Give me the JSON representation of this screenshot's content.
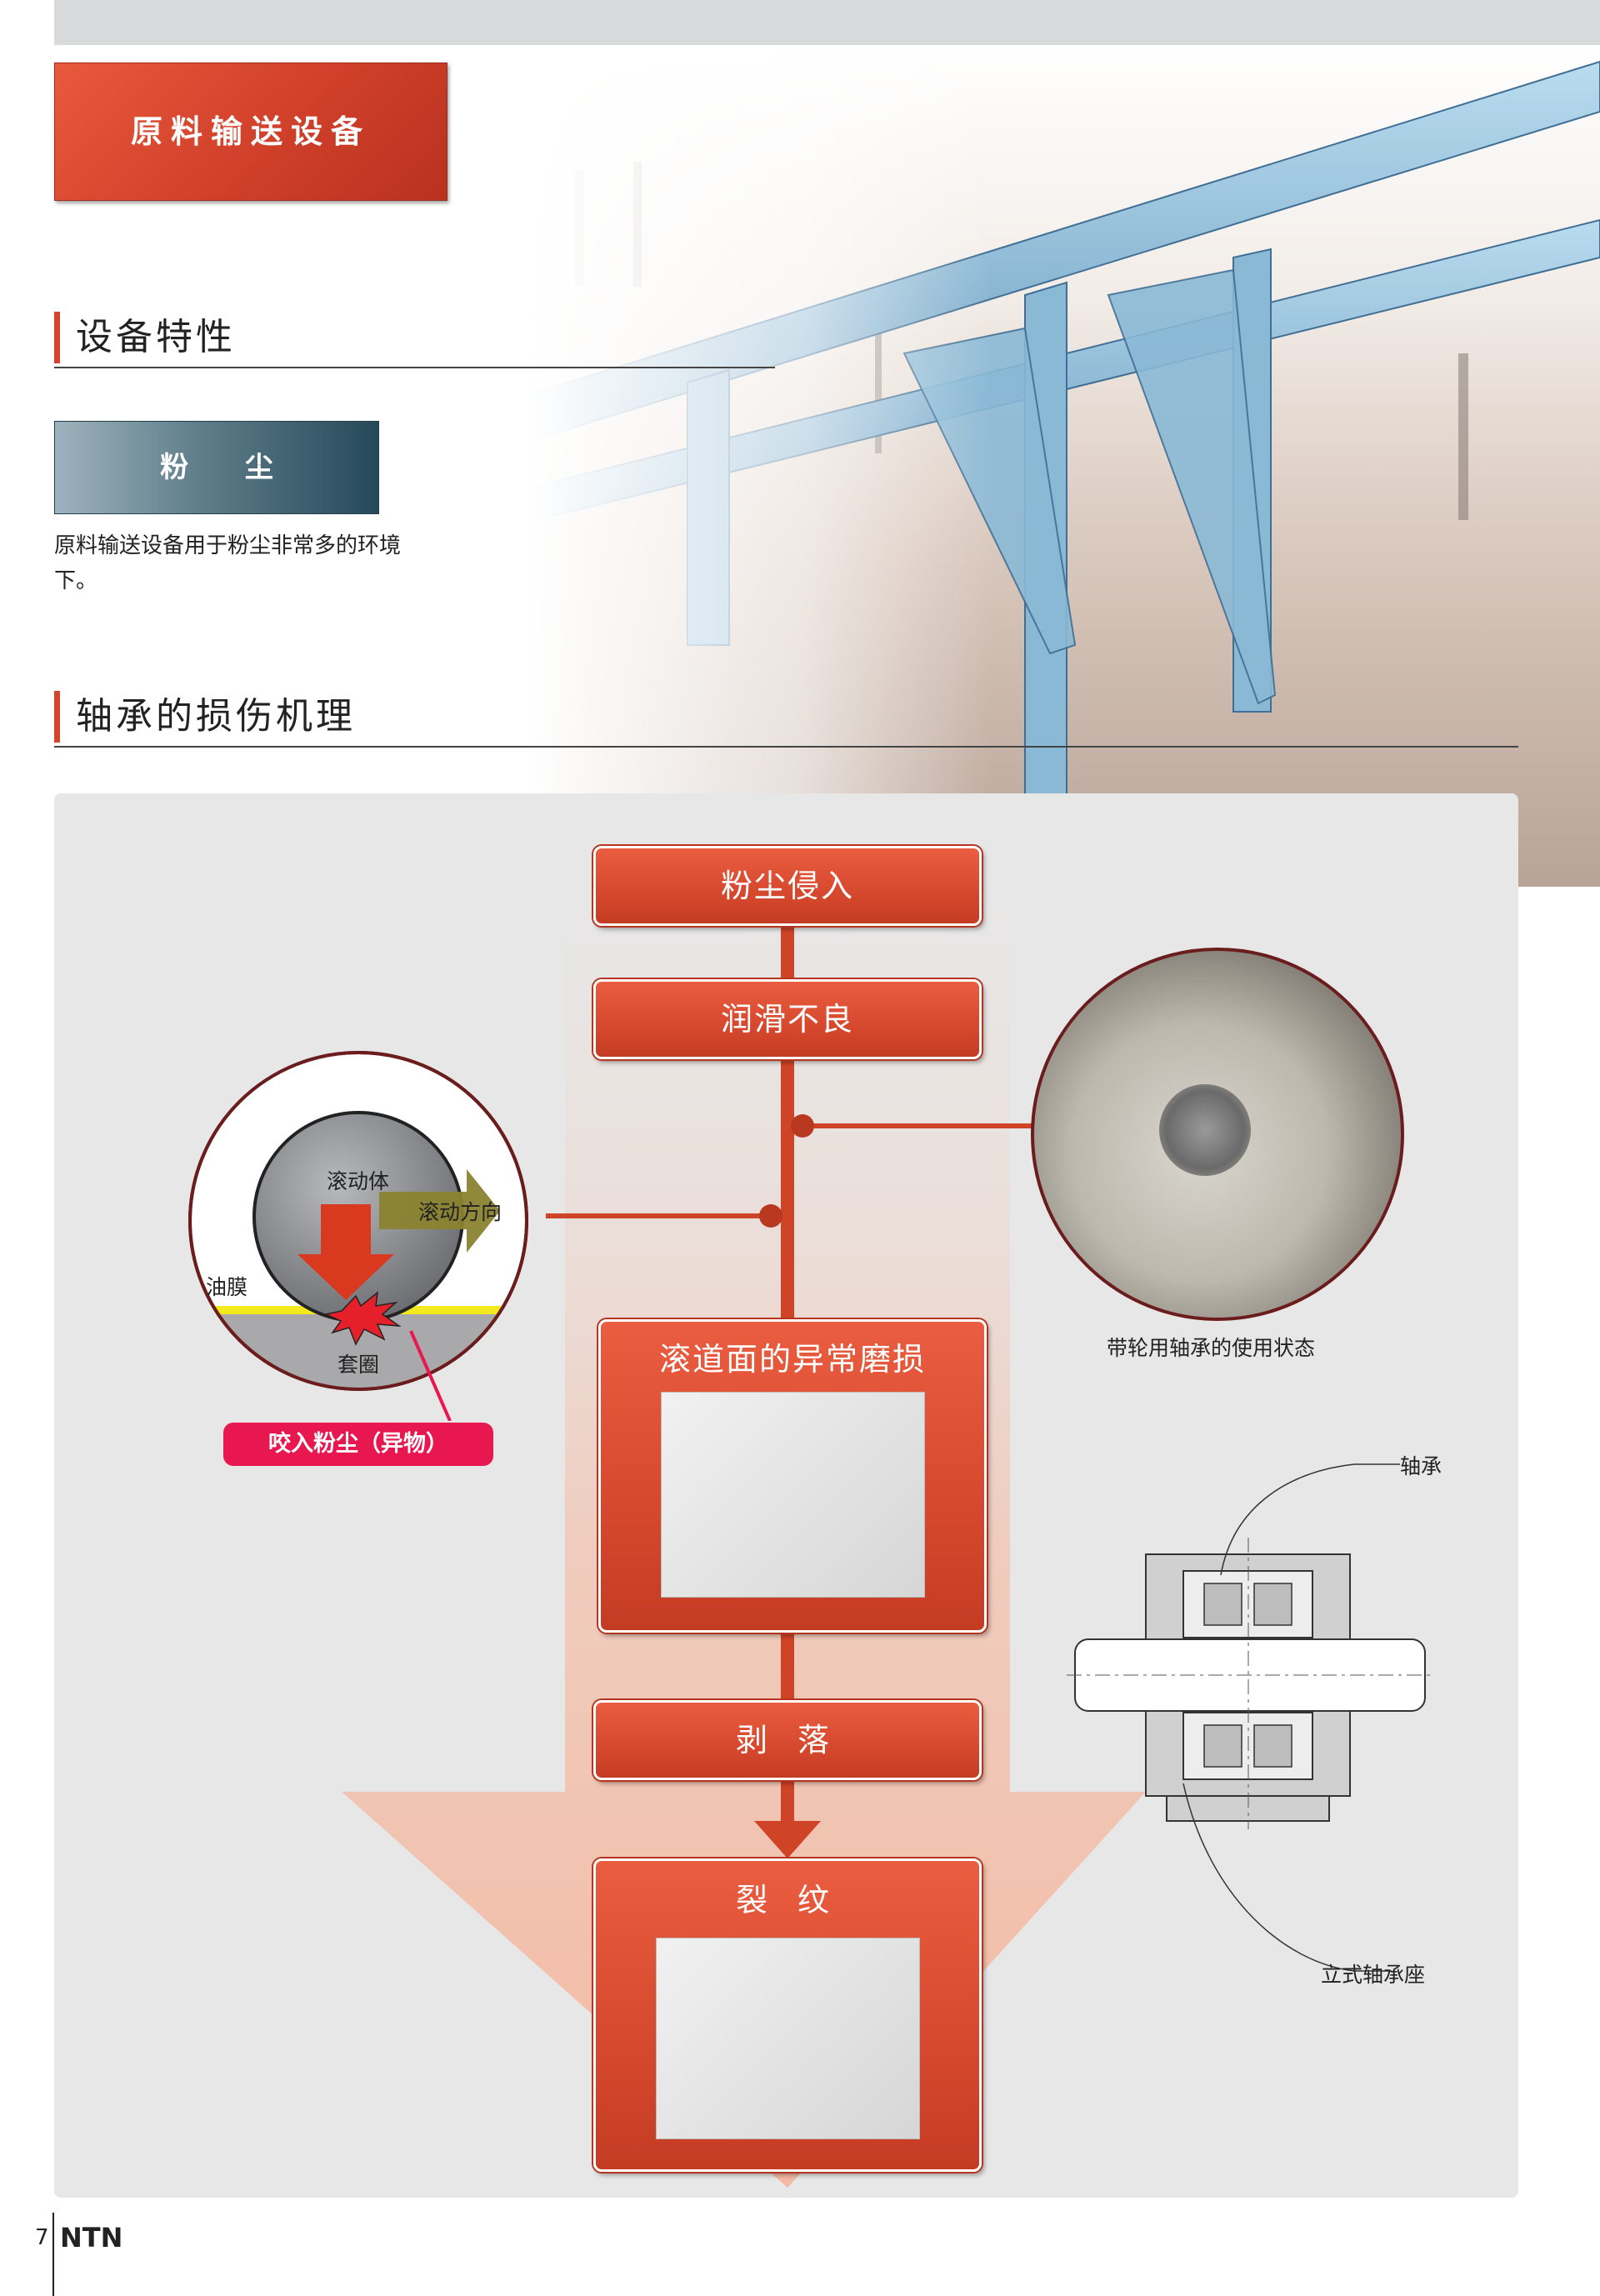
{
  "header": {
    "title": "原料输送设备"
  },
  "section1": {
    "title": "设备特性",
    "tag": "粉 尘",
    "description": "原料输送设备用于粉尘非常多的环境下。"
  },
  "section2": {
    "title": "轴承的损伤机理"
  },
  "flow": {
    "step1": "粉尘侵入",
    "step2": "润滑不良",
    "step3": "滚道面的异常磨损",
    "step4": "剥 落",
    "step5": "裂 纹"
  },
  "diagram": {
    "rolling_body": "滚动体",
    "rolling_direction": "滚动方向",
    "oil_film": "油膜",
    "ring": "套圈",
    "bite_dust": "咬入粉尘（异物）"
  },
  "photo_caption": "带轮用轴承的使用状态",
  "housing": {
    "bearing": "轴承",
    "pillow_block": "立式轴承座"
  },
  "footer": {
    "page": "7",
    "brand": "NTN"
  },
  "colors": {
    "accent_red": "#d8442a",
    "dust_blue": "#26495a",
    "panel_gray": "#e7e7e7",
    "alert_pink": "#e8174f"
  }
}
